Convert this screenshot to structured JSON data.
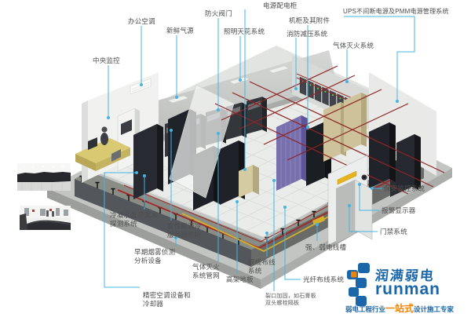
{
  "colors": {
    "leader_line": "#46b4e2",
    "label_text": "#4d4d4d",
    "logo_blue": "#1a66a8",
    "logo_orange": "#ef8200",
    "cable_tray_red": "#8e2424"
  },
  "diagram": {
    "labels": [
      {
        "id": "office-ac",
        "text": "办公空调"
      },
      {
        "id": "fresh-air",
        "text": "新鲜气源"
      },
      {
        "id": "fire-damper",
        "text": "防火阀门"
      },
      {
        "id": "lighting-ceiling",
        "text": "照明天花系统"
      },
      {
        "id": "power-distribution-cabinet",
        "text": "电源配电柜"
      },
      {
        "id": "cabinet-and-accessories",
        "text": "机柜及其附件"
      },
      {
        "id": "fire-pressure-relief",
        "text": "消防减压系统"
      },
      {
        "id": "ups-pmm",
        "text": "UPS不间断电源及PMM电源管理系统"
      },
      {
        "id": "gas-extinguishing",
        "text": "气体灭火系统"
      },
      {
        "id": "central-monitoring",
        "text": "中央监控"
      },
      {
        "id": "condensate-leak-detection",
        "text": "冷凝水盘带漏水\n探测系统"
      },
      {
        "id": "high-performance-server-rack",
        "text": "高性能液冷\n服务器机柜"
      },
      {
        "id": "early-smoke-detection",
        "text": "早期烟雾侦测\n分析设备"
      },
      {
        "id": "gas-extinguishing-pipework",
        "text": "气体灭火\n系统管网"
      },
      {
        "id": "raised-floor",
        "text": "高架地板"
      },
      {
        "id": "copper-cabling",
        "text": "铜缆布线\n系统"
      },
      {
        "id": "precision-ac-and-cooler",
        "text": "精密空调设备和\n冷却器"
      },
      {
        "id": "opening-reinforcement",
        "text": "裂口加固，如石膏板\n双头螺栓隔板"
      },
      {
        "id": "fiber-cabling",
        "text": "光纤布线系统"
      },
      {
        "id": "cable-trunking",
        "text": "强、弱电线槽"
      },
      {
        "id": "security-monitoring",
        "text": "保安监控系统"
      },
      {
        "id": "alarm-display",
        "text": "报警显示器"
      },
      {
        "id": "access-control",
        "text": "门禁系统"
      }
    ]
  },
  "photos": [
    {
      "name": "server-room-photo"
    },
    {
      "name": "under-floor-cabling-photo"
    }
  ],
  "logo": {
    "brand_cn": "润满弱电",
    "brand_en": "runman",
    "tagline_pre": "弱电工程行业",
    "tagline_highlight": "一站式",
    "tagline_post": "设计施工专家"
  }
}
